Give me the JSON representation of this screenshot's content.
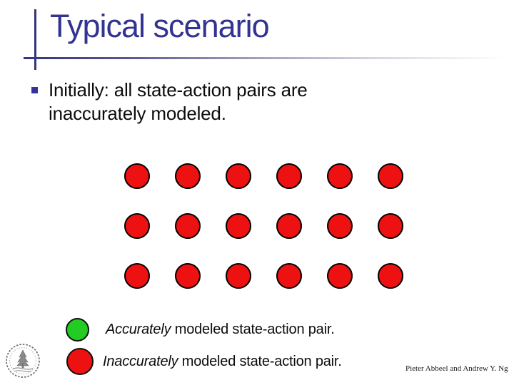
{
  "slide": {
    "title": "Typical scenario",
    "bullet_text": "Initially: all state-action pairs are inaccurately modeled.",
    "diagram": {
      "rows": 3,
      "cols": 6,
      "dot_color": "#ee1111",
      "dot_border_color": "#000000"
    },
    "legend": {
      "items": [
        {
          "color": "#22cc22",
          "emphasis": "Accurately",
          "rest": " modeled state-action pair."
        },
        {
          "color": "#ee1111",
          "emphasis": "Inaccurately",
          "rest": " modeled state-action pair."
        }
      ]
    },
    "credit": "Pieter Abbeel and Andrew Y. Ng",
    "colors": {
      "title": "#333391",
      "accent_line": "#34347c",
      "bullet_marker": "#3333a0"
    },
    "icons": {
      "bullet_marker": "square-bullet",
      "seal": "university-seal"
    }
  }
}
